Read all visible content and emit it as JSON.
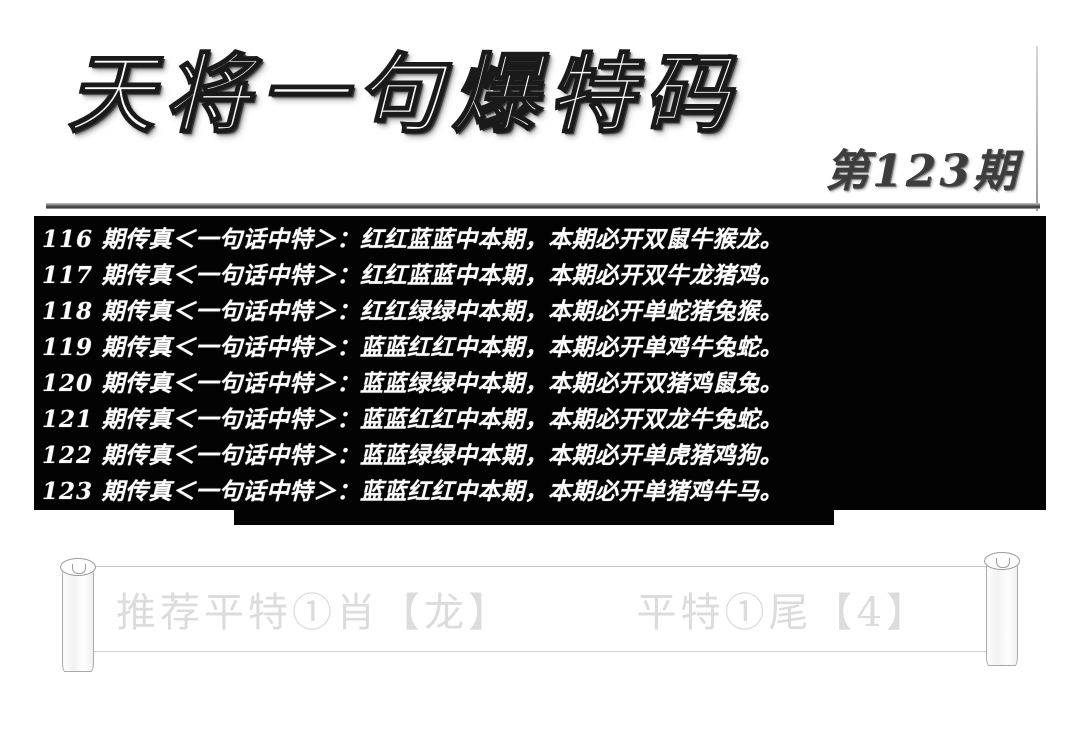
{
  "header": {
    "title": "天将一句爆特码",
    "issue": "第123期"
  },
  "notice": {
    "lines": [
      {
        "num": "116",
        "text": "期传真＜一句话中特＞：红红蓝蓝中本期，本期必开双鼠牛猴龙。"
      },
      {
        "num": "117",
        "text": "期传真＜一句话中特＞：红红蓝蓝中本期，本期必开双牛龙猪鸡。"
      },
      {
        "num": "118",
        "text": "期传真＜一句话中特＞：红红绿绿中本期，本期必开单蛇猪兔猴。"
      },
      {
        "num": "119",
        "text": "期传真＜一句话中特＞：蓝蓝红红中本期，本期必开单鸡牛兔蛇。"
      },
      {
        "num": "120",
        "text": "期传真＜一句话中特＞：蓝蓝绿绿中本期，本期必开双猪鸡鼠兔。"
      },
      {
        "num": "121",
        "text": "期传真＜一句话中特＞：蓝蓝红红中本期，本期必开双龙牛兔蛇。"
      },
      {
        "num": "122",
        "text": "期传真＜一句话中特＞：蓝蓝绿绿中本期，本期必开单虎猪鸡狗。"
      },
      {
        "num": "123",
        "text": "期传真＜一句话中特＞：蓝蓝红红中本期，本期必开单猪鸡牛马。"
      }
    ]
  },
  "banner": {
    "left_text": "推荐平特①肖【龙】",
    "right_text": "平特①尾【4】"
  },
  "colors": {
    "background": "#ffffff",
    "notice_block": "#030303",
    "notice_text": "#ffffff",
    "banner_text": "#dcdcdc",
    "issue_text": "#3d3d3d",
    "rule": "#2f2f2f"
  }
}
